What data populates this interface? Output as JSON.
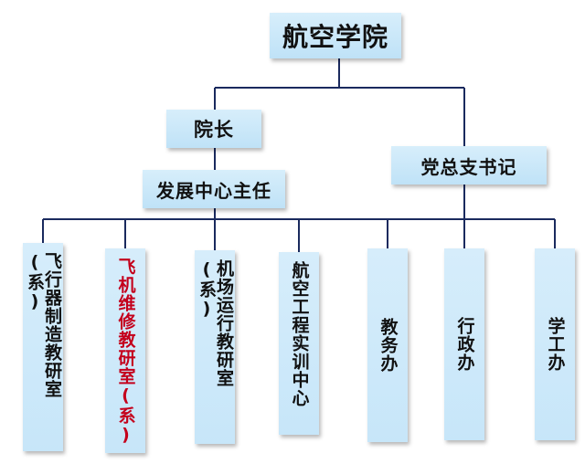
{
  "org_chart": {
    "root": "航空学院",
    "dean": "院长",
    "party_secretary": "党总支书记",
    "dev_center": "发展中心主任",
    "departments": [
      {
        "label": "飞行器制造教研室(系)",
        "color": "#111111"
      },
      {
        "label": "飞机维修教研室(系)",
        "color": "#c4001c"
      },
      {
        "label": "机场运行教研室(系)",
        "color": "#111111"
      },
      {
        "label": "航空工程实训中心",
        "color": "#111111"
      },
      {
        "label": "教务办",
        "color": "#111111"
      },
      {
        "label": "行政办",
        "color": "#111111"
      },
      {
        "label": "学工办",
        "color": "#111111"
      }
    ]
  },
  "colors": {
    "line": "#1a2a5e",
    "box_fill": "#c9e7f9"
  }
}
